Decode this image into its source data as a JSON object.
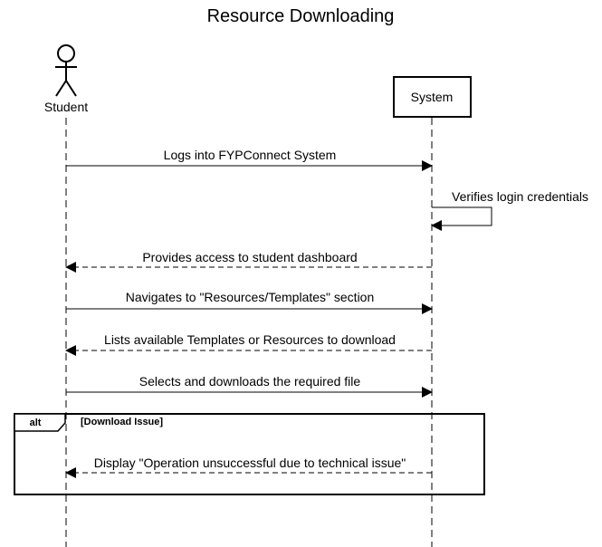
{
  "title": "Resource Downloading",
  "participants": {
    "student": {
      "label": "Student",
      "kind": "actor"
    },
    "system": {
      "label": "System",
      "kind": "box"
    }
  },
  "messages": [
    {
      "from": "student",
      "to": "system",
      "text": "Logs into FYPConnect System",
      "style": "solid"
    },
    {
      "from": "system",
      "to": "system",
      "text": "Verifies login credentials",
      "style": "self"
    },
    {
      "from": "system",
      "to": "student",
      "text": "Provides access to student dashboard",
      "style": "dashed"
    },
    {
      "from": "student",
      "to": "system",
      "text": "Navigates to \"Resources/Templates\" section",
      "style": "solid"
    },
    {
      "from": "system",
      "to": "student",
      "text": "Lists available Templates or Resources to download",
      "style": "dashed"
    },
    {
      "from": "student",
      "to": "system",
      "text": "Selects and downloads the required file",
      "style": "solid"
    }
  ],
  "fragment": {
    "operator": "alt",
    "guard": "[Download Issue]",
    "messages": [
      {
        "from": "system",
        "to": "student",
        "text": "Display \"Operation unsuccessful due to technical issue\"",
        "style": "dashed"
      }
    ]
  }
}
